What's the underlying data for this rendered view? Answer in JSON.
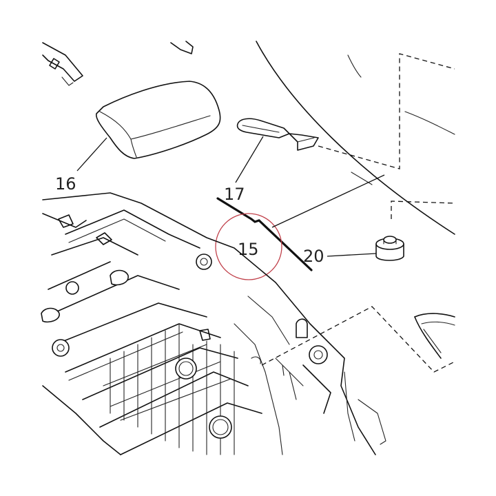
{
  "diagram": {
    "highlight_color": "#c0404a",
    "line_color": "#111111",
    "callouts": [
      {
        "id": "16",
        "label": "16"
      },
      {
        "id": "17",
        "label": "17"
      },
      {
        "id": "15",
        "label": "15"
      },
      {
        "id": "20",
        "label": "20"
      }
    ]
  }
}
